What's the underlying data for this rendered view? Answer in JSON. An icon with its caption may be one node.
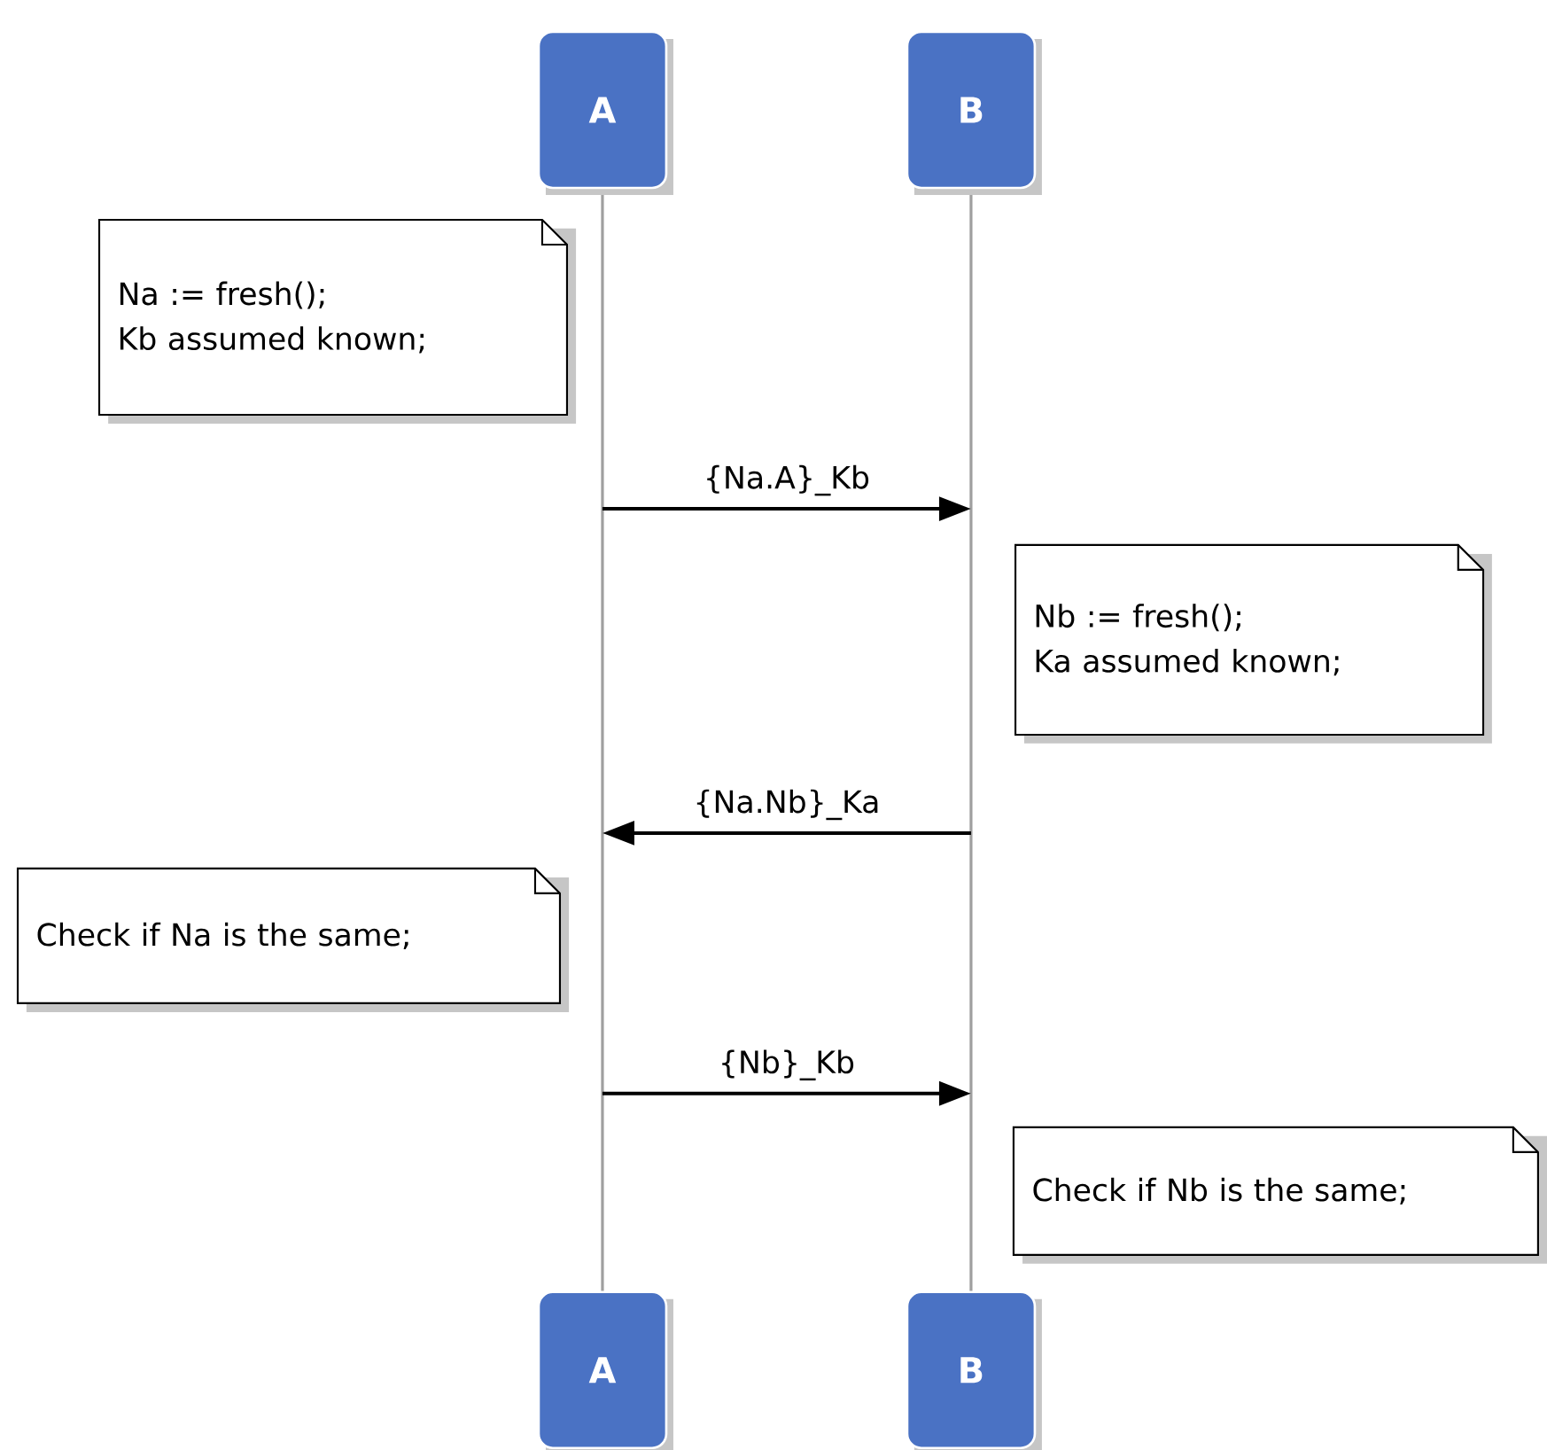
{
  "diagram": {
    "nodes": [
      {
        "text": [
          "A"
        ]
      },
      {
        "text": [
          "B"
        ]
      },
      {
        "text": [],
        "shape": "bar"
      },
      {
        "text": [],
        "shape": "bar"
      },
      {
        "text": [
          "Na := fresh();",
          "Kb assumed known;"
        ]
      },
      {
        "text": [
          "Nb := fresh();",
          "Ka assumed known;"
        ]
      },
      {
        "text": [
          "Check if Na is the same;"
        ]
      },
      {
        "text": [
          "Check if Nb is the same;"
        ]
      },
      {
        "text": [
          "A"
        ]
      },
      {
        "text": [
          "B"
        ]
      }
    ],
    "edges": [
      {
        "from": 2,
        "to": 3,
        "arrow": "to",
        "label": "{Na.A}_Kb"
      },
      {
        "from": 3,
        "to": 2,
        "arrow": "to",
        "label": "{Na.Nb}_Ka"
      },
      {
        "from": 2,
        "to": 3,
        "arrow": "to",
        "label": "{Nb}_Kb"
      }
    ]
  }
}
